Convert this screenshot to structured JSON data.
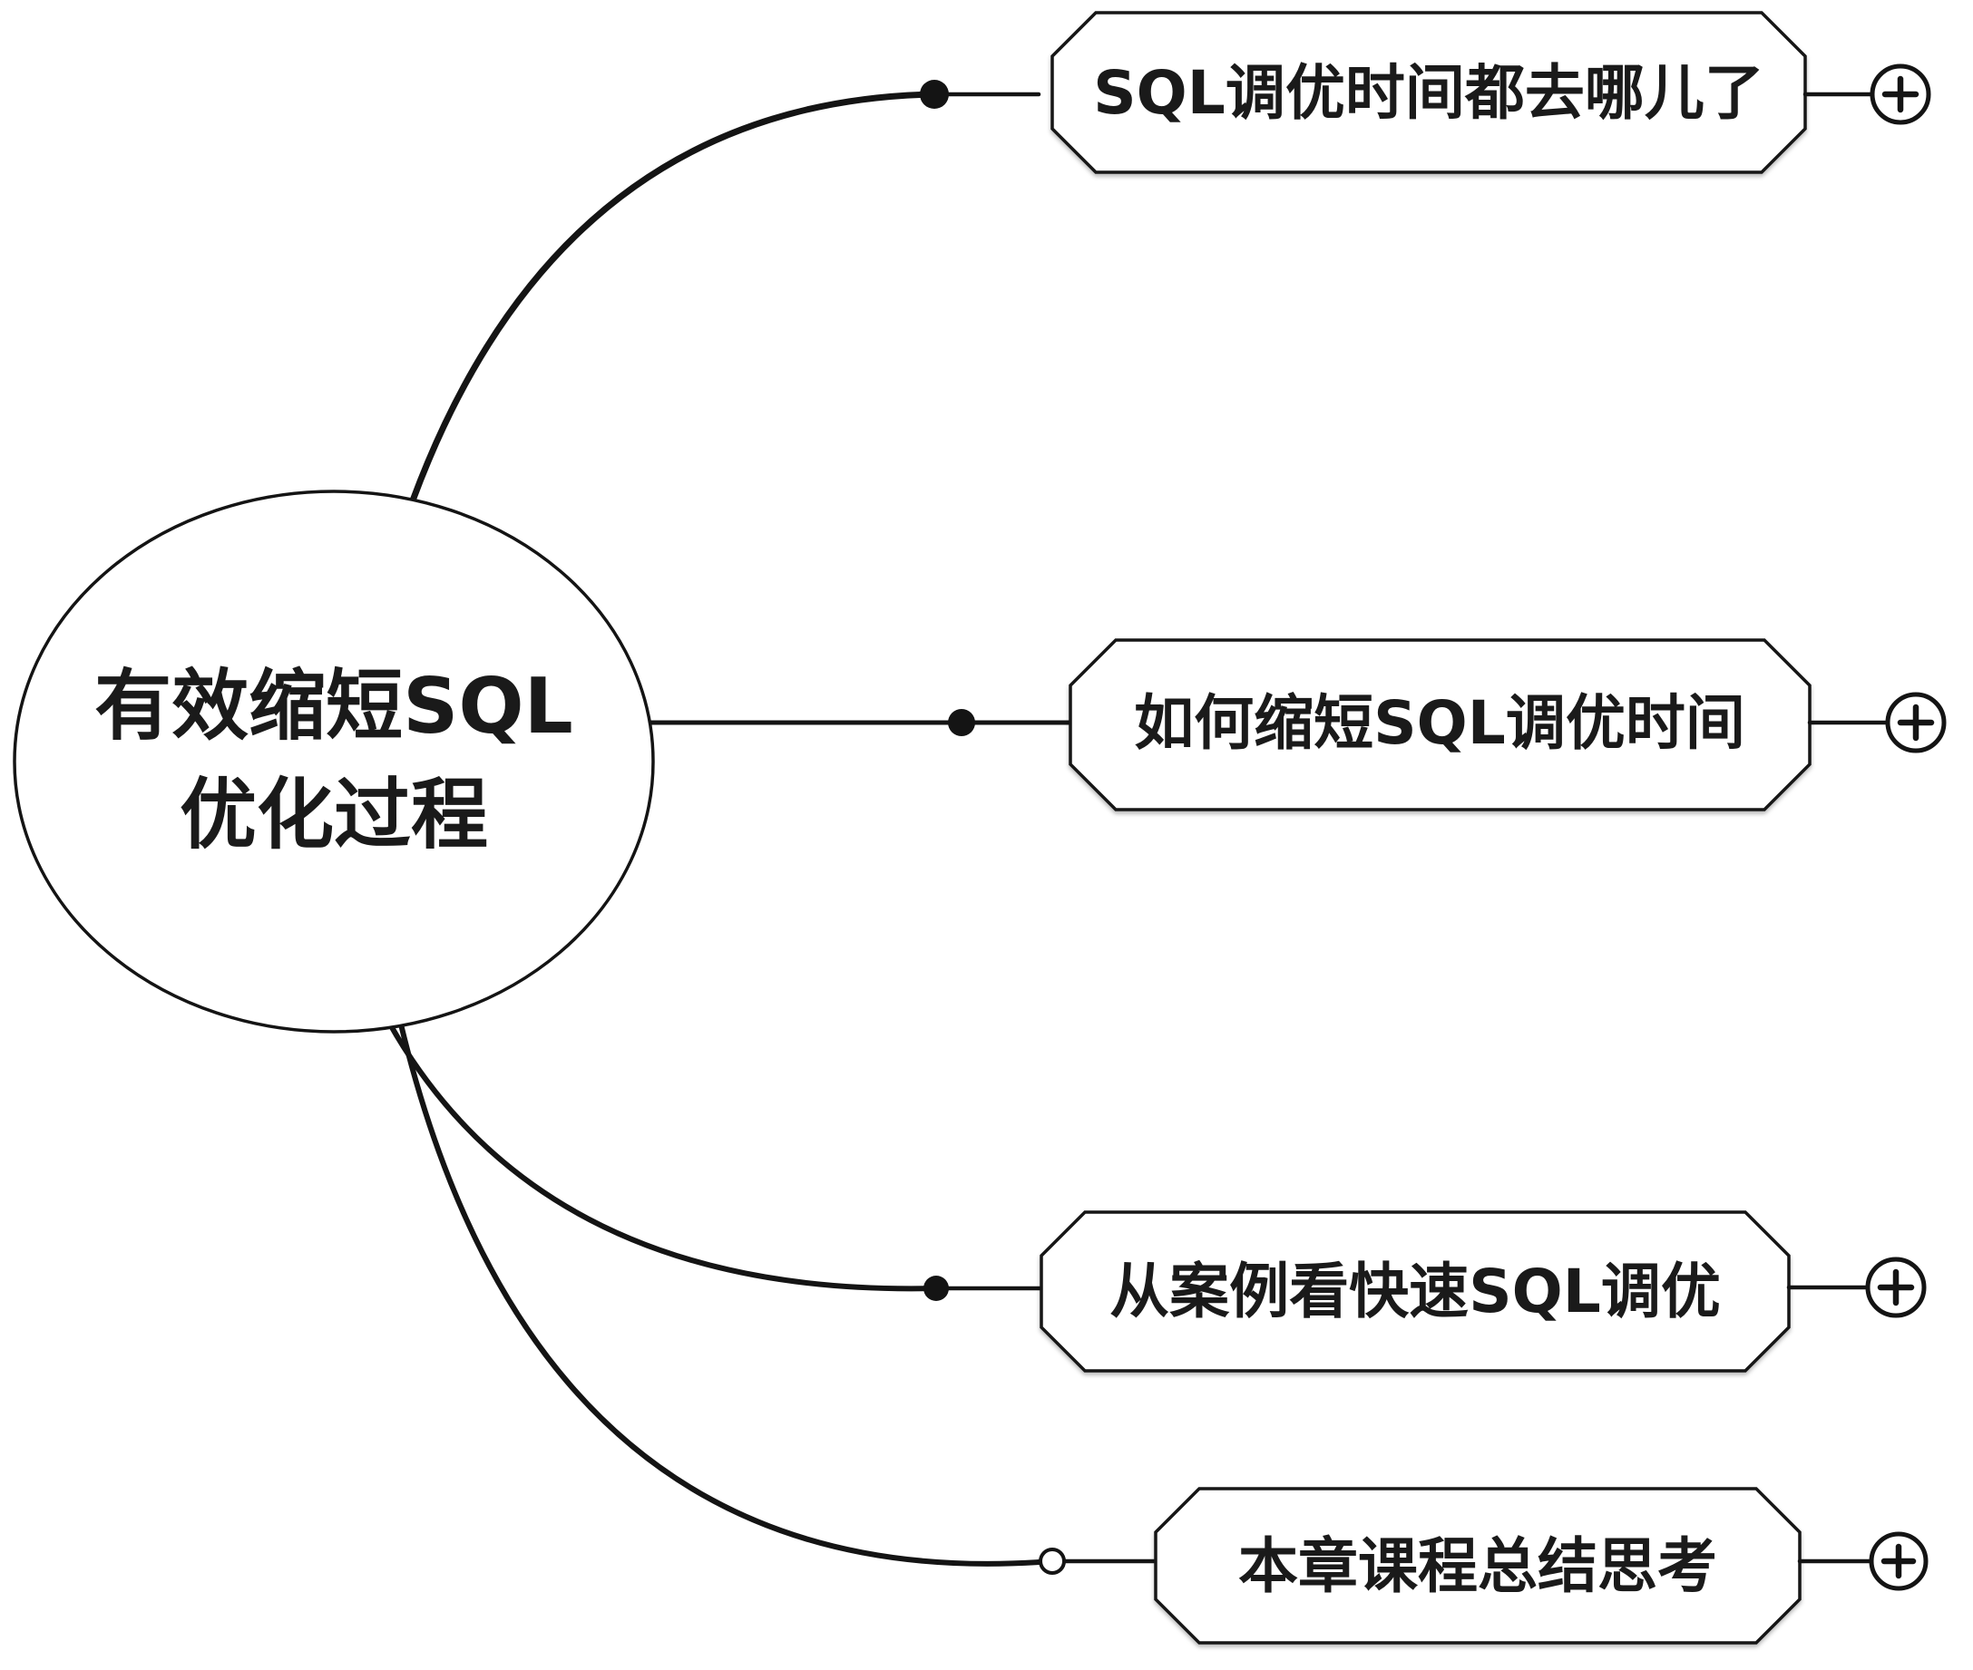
{
  "diagram": {
    "type": "mindmap",
    "background_color": "#ffffff",
    "line_color": "#141414",
    "text_color": "#1a1a1a",
    "node_fill_color": "#ffffff",
    "center_node": {
      "line1": "有效缩短SQL",
      "line2": "优化过程"
    },
    "branches": [
      {
        "label": "SQL调优时间都去哪儿了",
        "connector_dot": "filled",
        "expand_icon": "plus-circle-icon"
      },
      {
        "label": "如何缩短SQL调优时间",
        "connector_dot": "filled",
        "expand_icon": "plus-circle-icon"
      },
      {
        "label": "从案例看快速SQL调优",
        "connector_dot": "filled",
        "expand_icon": "plus-circle-icon"
      },
      {
        "label": "本章课程总结思考",
        "connector_dot": "hollow",
        "expand_icon": "plus-circle-icon"
      }
    ]
  }
}
